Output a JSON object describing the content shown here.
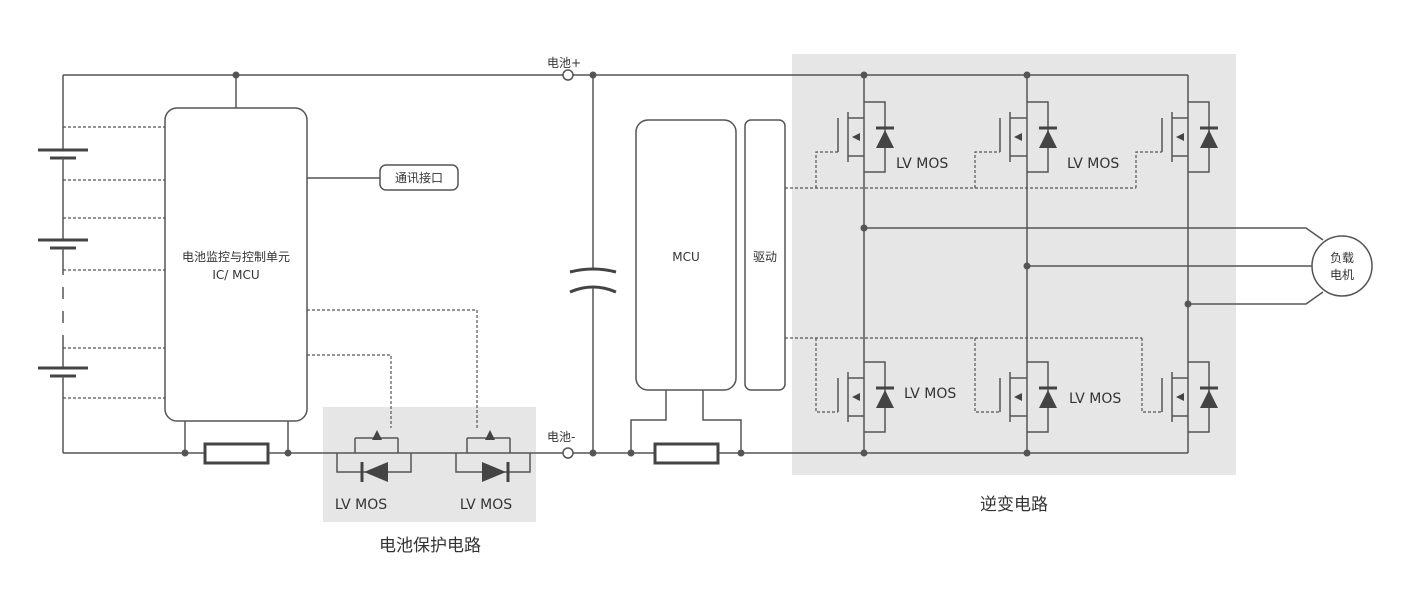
{
  "labels": {
    "battery_plus": "电池+",
    "battery_minus": "电池-",
    "bms_line1": "电池监控与控制单元",
    "bms_line2": "IC/ MCU",
    "comm_interface": "通讯接口",
    "mcu": "MCU",
    "driver": "驱动",
    "load_line1": "负载",
    "load_line2": "电机",
    "protection_title": "电池保护电路",
    "inverter_title": "逆变电路"
  },
  "mosfets": {
    "protection_left": "LV MOS",
    "protection_right": "LV MOS",
    "inverter_high_1": "LV MOS",
    "inverter_high_2": "LV MOS",
    "inverter_low_1": "LV MOS",
    "inverter_low_2": "LV MOS"
  },
  "colors": {
    "line": "#555555",
    "shade": "#e6e6e6",
    "text": "#333333"
  }
}
